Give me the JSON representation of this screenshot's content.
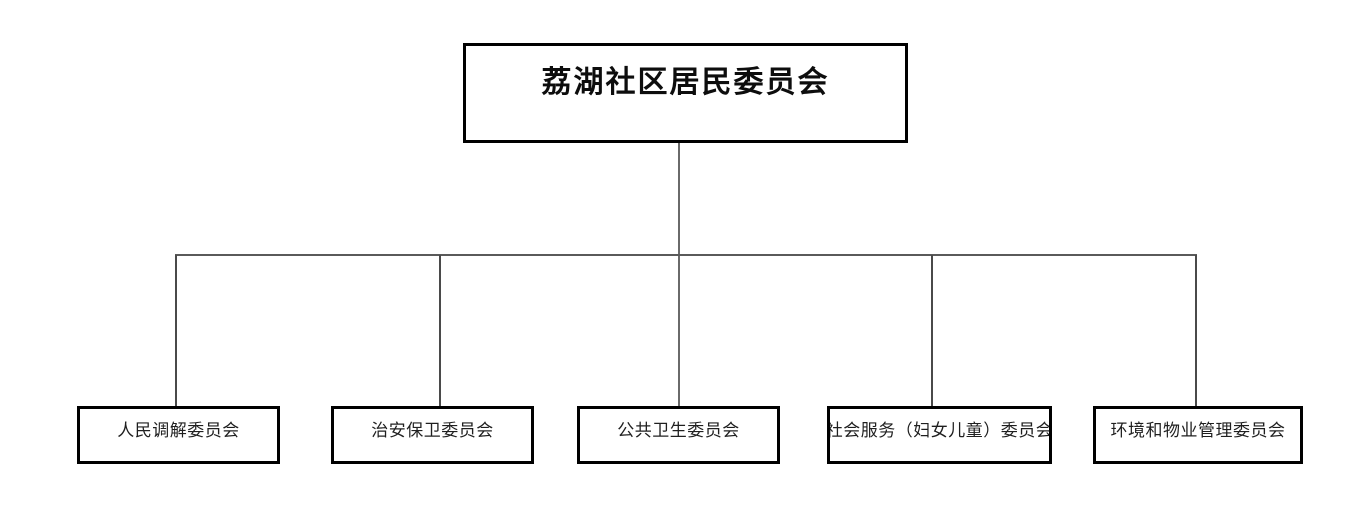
{
  "diagram": {
    "type": "organization-chart",
    "title": "荔湖社区居民委员会",
    "background_color": "#ffffff",
    "line_color": "#4a4a4a",
    "box_border_color": "#000000",
    "text_color": "#1f1f1f",
    "root": {
      "label": "荔湖社区居民委员会"
    },
    "children": [
      {
        "label": "人民调解委员会"
      },
      {
        "label": "治安保卫委员会"
      },
      {
        "label": "公共卫生委员会"
      },
      {
        "label": "社会服务（妇女儿童）委员会"
      },
      {
        "label": "环境和物业管理委员会"
      }
    ]
  }
}
